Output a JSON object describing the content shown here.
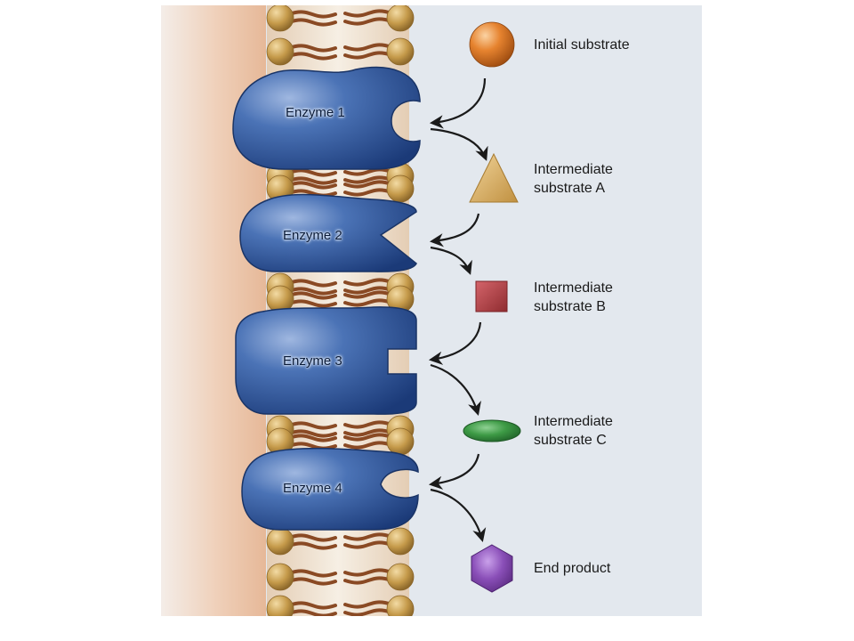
{
  "enzymes": [
    "Enzyme 1",
    "Enzyme 2",
    "Enzyme 3",
    "Enzyme 4"
  ],
  "substrates": [
    {
      "label": "Initial substrate",
      "shape": "sphere",
      "color": "#d9701e"
    },
    {
      "label": "Intermediate\nsubstrate A",
      "shape": "triangle",
      "color": "#d9b064"
    },
    {
      "label": "Intermediate\nsubstrate B",
      "shape": "square",
      "color": "#b13d3f"
    },
    {
      "label": "Intermediate\nsubstrate C",
      "shape": "ellipse",
      "color": "#3d9a45"
    },
    {
      "label": "End product",
      "shape": "hexagon",
      "color": "#8a4fb8"
    }
  ],
  "colors": {
    "panel_background": "#e3e8ee",
    "enzyme_blue": "#2f5aa0",
    "lipid_head": "#c59a4a",
    "lipid_tail": "#8a4a24",
    "arrow": "#1a1a1a"
  }
}
